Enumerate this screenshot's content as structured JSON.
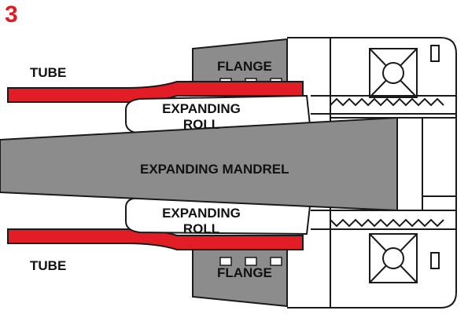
{
  "figure": {
    "number": "3"
  },
  "labels": {
    "tube_top": "TUBE",
    "tube_bottom": "TUBE",
    "flange_top": "FLANGE",
    "flange_bottom": "FLANGE",
    "roll_top_line1": "EXPANDING",
    "roll_top_line2": "ROLL",
    "roll_bottom_line1": "EXPANDING",
    "roll_bottom_line2": "ROLL",
    "mandrel": "EXPANDING MANDREL"
  },
  "colors": {
    "tube": "#e31d25",
    "steel": "#8c8c8c",
    "outline": "#1a1a1a",
    "number": "#e01b22"
  }
}
